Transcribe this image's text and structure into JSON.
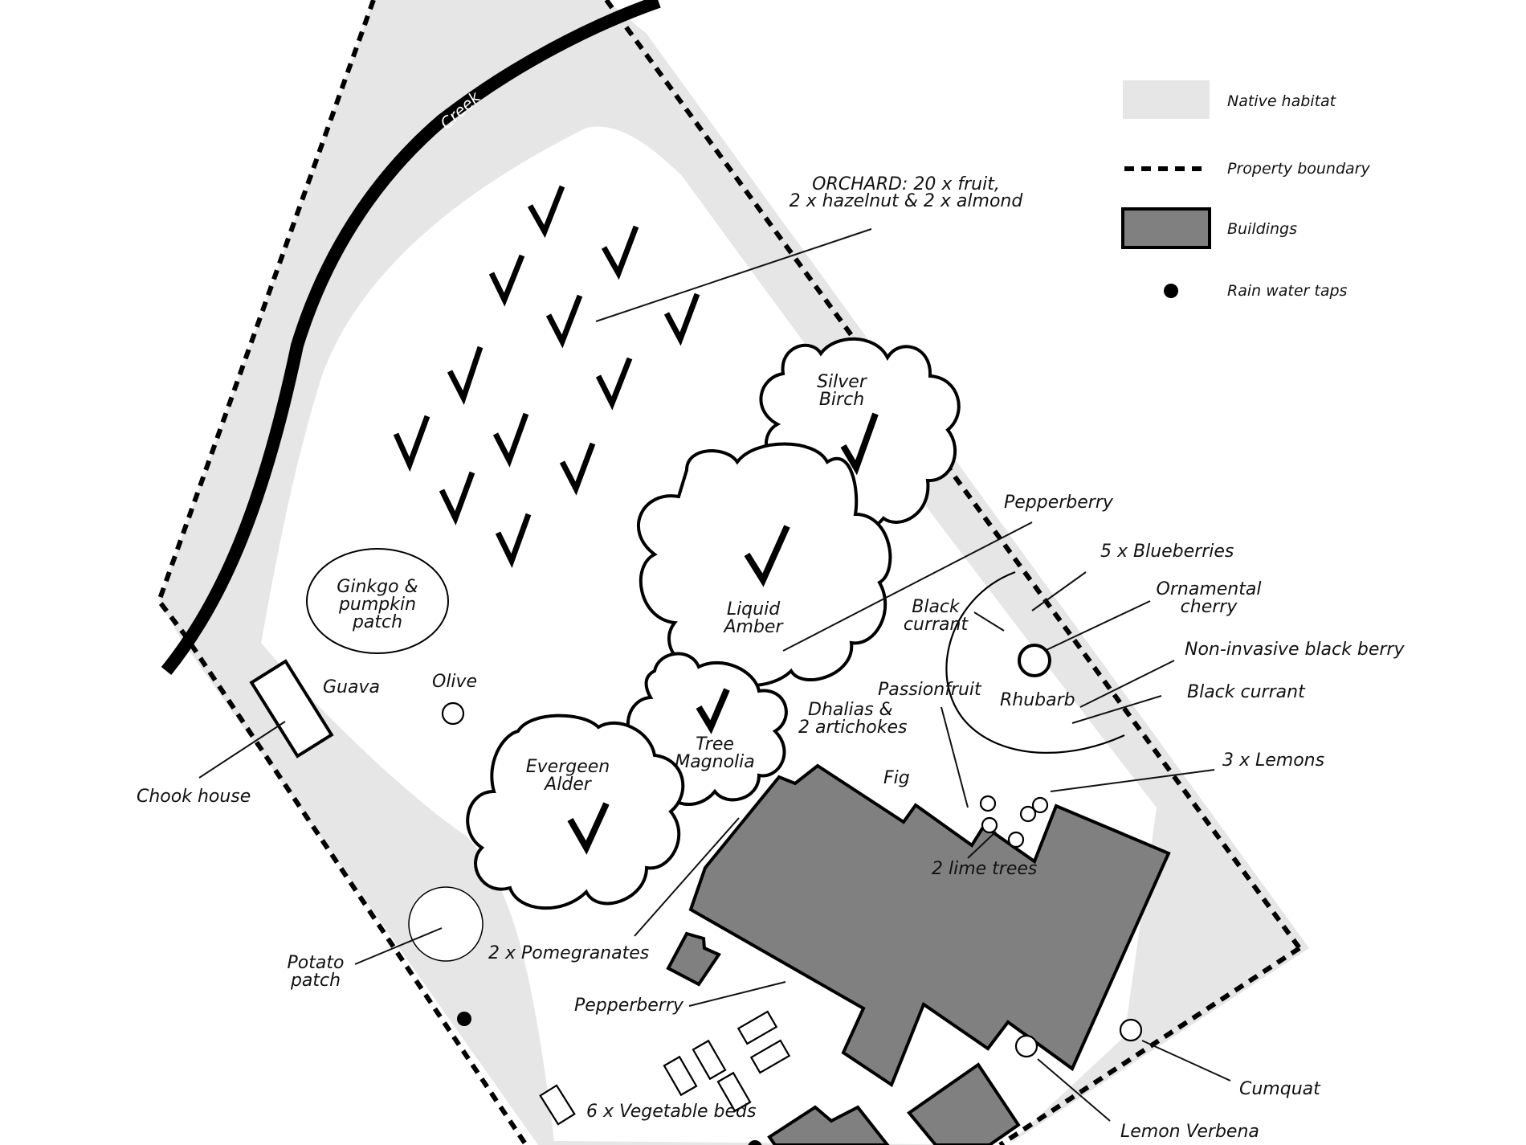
{
  "colors": {
    "native_habitat": "#e6e6e6",
    "building": "#808080",
    "outline": "#000000",
    "background": "#ffffff"
  },
  "legend": {
    "native_habitat": "Native habitat",
    "property_boundary": "Property boundary",
    "buildings": "Buildings",
    "rain_water_taps": "Rain water taps"
  },
  "labels": {
    "creek": "Creek",
    "orchard_line1": "ORCHARD: 20 x fruit,",
    "orchard_line2": "2 x hazelnut & 2 x almond",
    "silver_birch_line1": "Silver",
    "silver_birch_line2": "Birch",
    "liquid_amber_line1": "Liquid",
    "liquid_amber_line2": "Amber",
    "tree_magnolia_line1": "Tree",
    "tree_magnolia_line2": "Magnolia",
    "evergreen_alder_line1": "Evergeen",
    "evergreen_alder_line2": "Alder",
    "ginkgo_line1": "Ginkgo &",
    "ginkgo_line2": "pumpkin",
    "ginkgo_line3": "patch",
    "guava": "Guava",
    "olive": "Olive",
    "chook_house": "Chook house",
    "potato_line1": "Potato",
    "potato_line2": "patch",
    "pomegranates": "2 x Pomegranates",
    "pepperberry_bottom": "Pepperberry",
    "vegetable_beds": "6 x Vegetable beds",
    "pepperberry_top": "Pepperberry",
    "blueberries": "5 x Blueberries",
    "ornamental_line1": "Ornamental",
    "ornamental_line2": "cherry",
    "black_currant_left_line1": "Black",
    "black_currant_left_line2": "currant",
    "non_invasive_black_berry": "Non-invasive black berry",
    "rhubarb": "Rhubarb",
    "black_currant_right": "Black currant",
    "passionfruit": "Passionfruit",
    "dhalias_line1": "Dhalias &",
    "dhalias_line2": "2 artichokes",
    "fig": "Fig",
    "lemons": "3 x Lemons",
    "lime_trees": "2 lime trees",
    "cumquat": "Cumquat",
    "lemon_verbena": "Lemon Verbena"
  }
}
